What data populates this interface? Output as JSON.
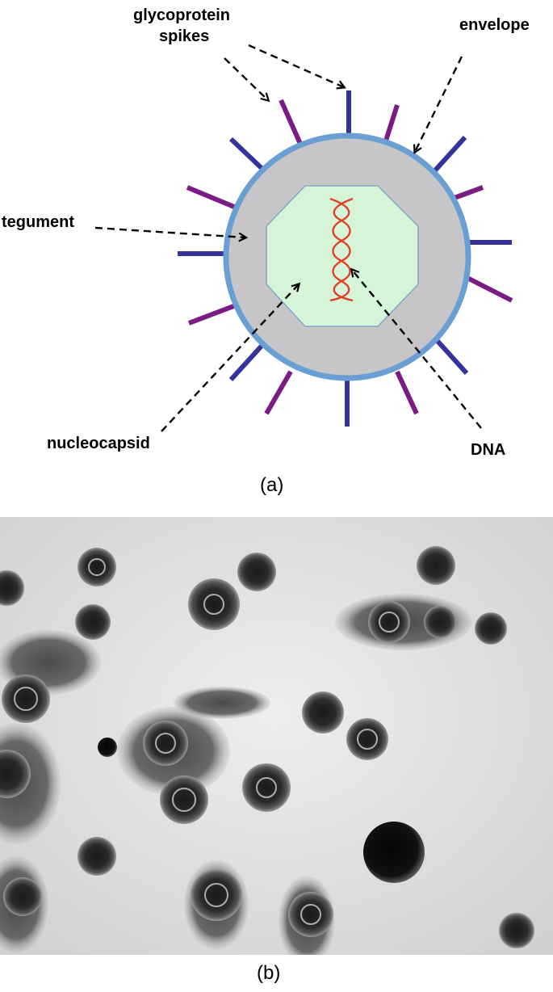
{
  "labels": {
    "glycoprotein_line1": "glycoprotein",
    "glycoprotein_line2": "spikes",
    "envelope": "envelope",
    "tegument": "tegument",
    "nucleocapsid": "nucleocapsid",
    "dna": "DNA"
  },
  "captions": {
    "a": "(a)",
    "b": "(b)"
  },
  "colors": {
    "envelope": "#6a9fd3",
    "tegument": "#c6c6c8",
    "nucleocapsid_fill": "#d6f5d8",
    "nucleocapsid_stroke": "#7faac8",
    "dna": "#e0402a",
    "spike_blue": "#33339a",
    "spike_purple": "#7a1c84",
    "arrow": "#000000",
    "micrograph_background": "#dcdcdc"
  }
}
